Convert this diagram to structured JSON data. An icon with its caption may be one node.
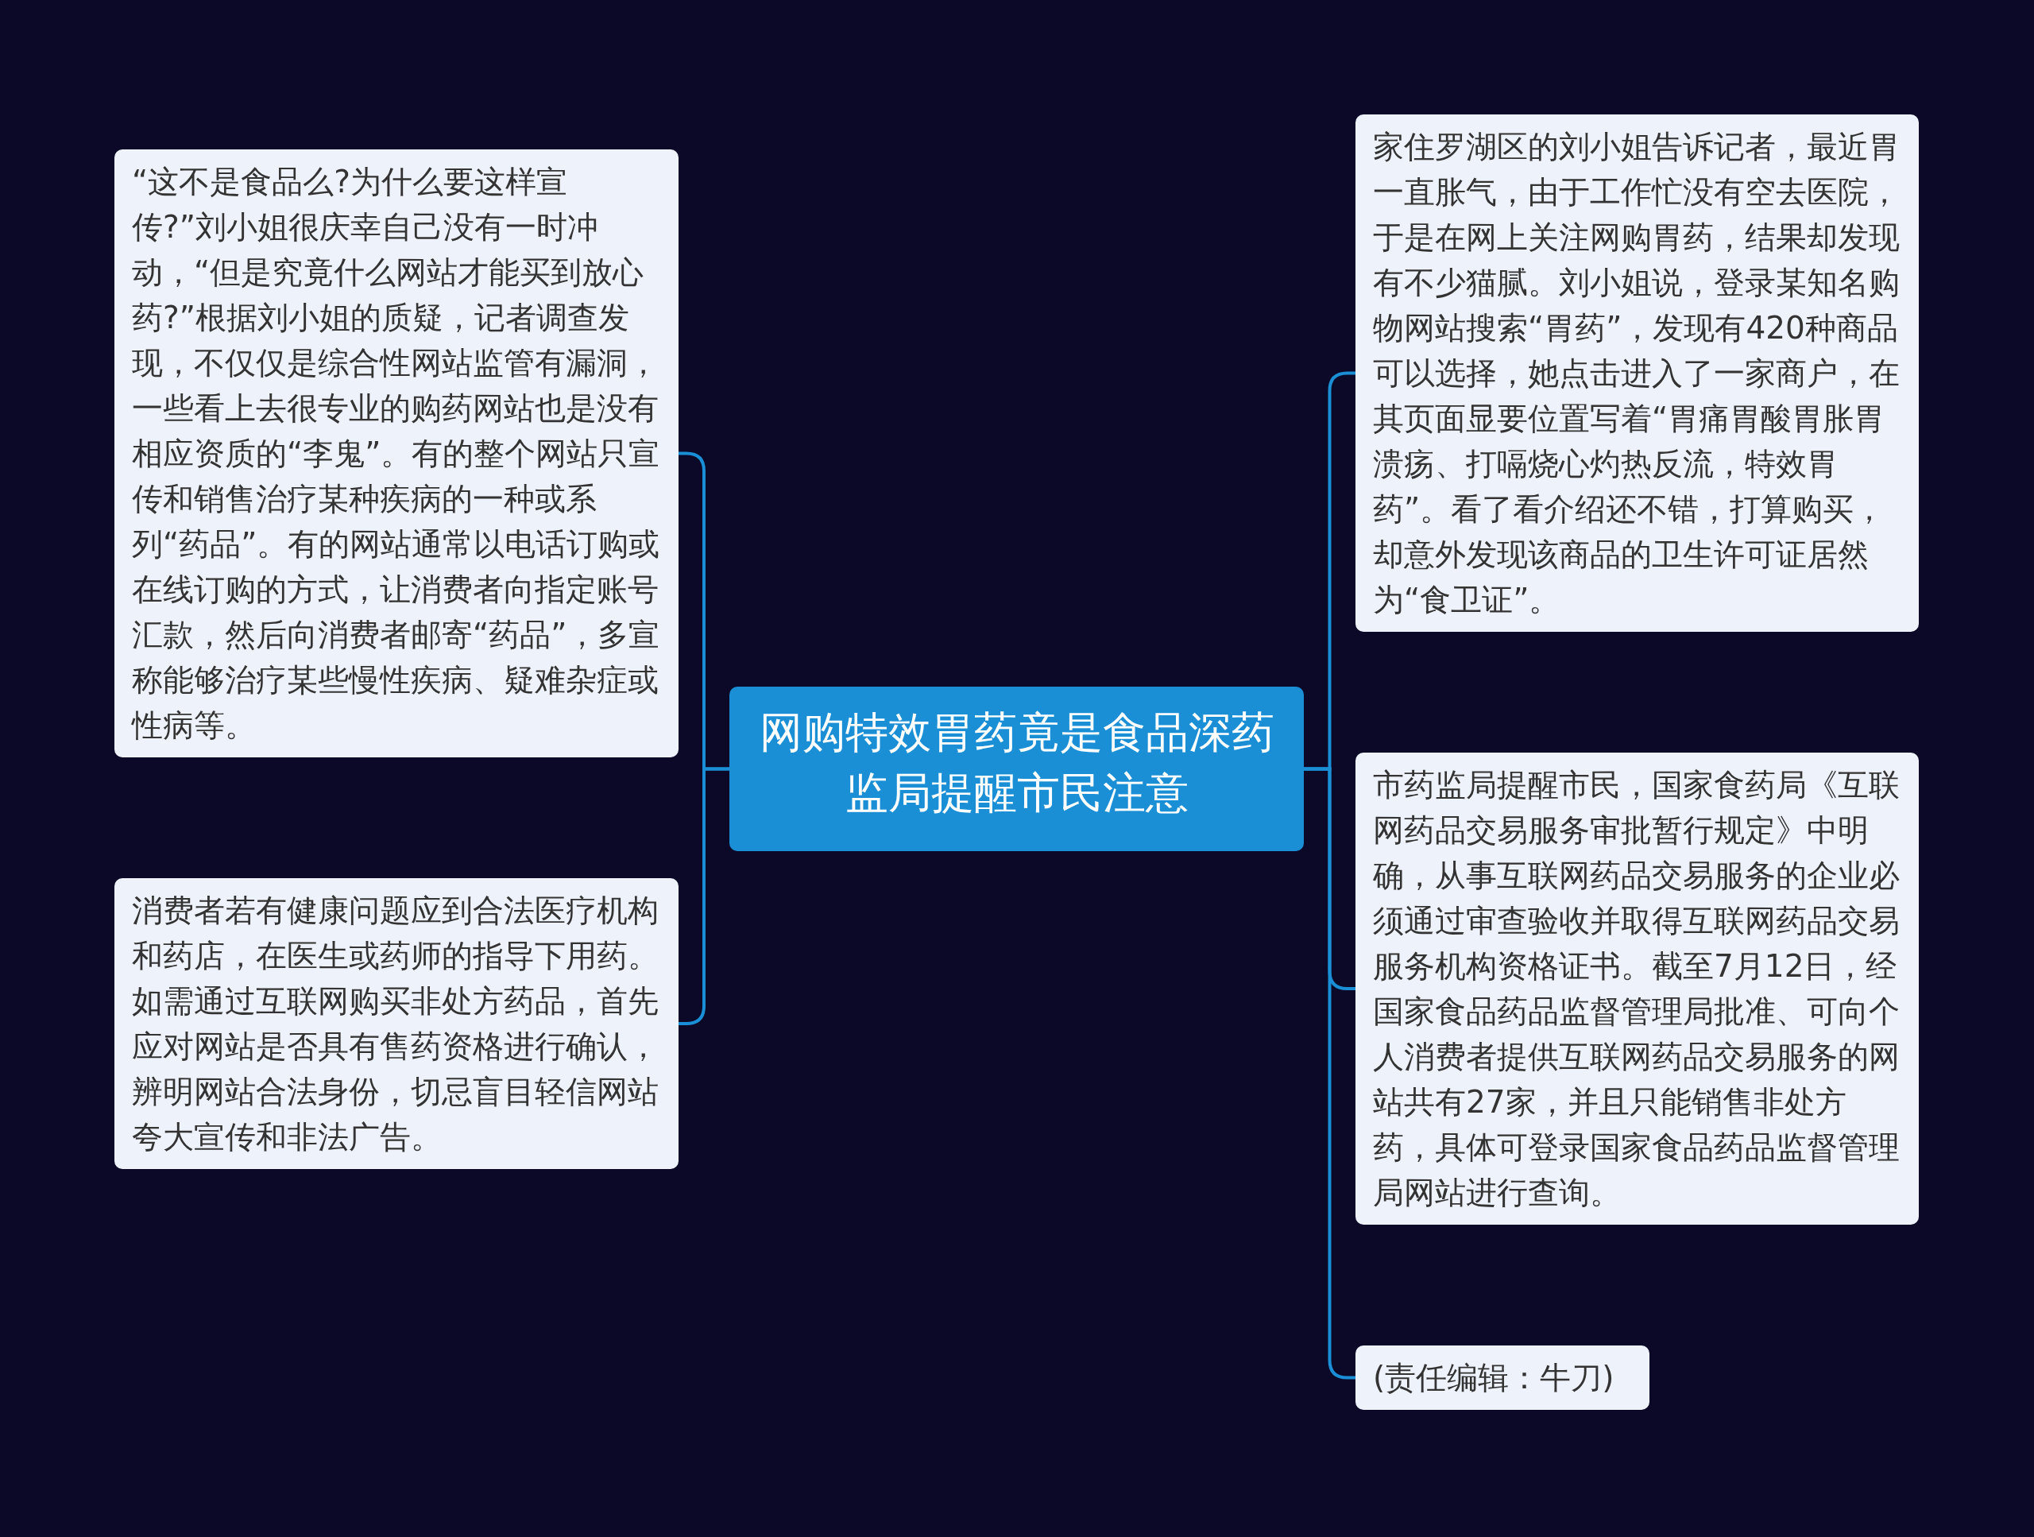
{
  "diagram": {
    "nodes": [
      {
        "text": [
          "网购特效胃药竟是食品深药监局提醒市民注意"
        ]
      },
      {
        "text": [
          "“这不是食品么?为什么要这样宣传?”刘小姐很庆幸自己没有一时冲动，“但是究竟什么网站才能买到放心药?”根据刘小姐的质疑，记者调查发现，不仅仅是综合性网站监管有漏洞，一些看上去很专业的购药网站也是没有相应资质的“李鬼”。有的整个网站只宣传和销售治疗某种疾病的一种或系列“药品”。有的网站通常以电话订购或在线订购的方式，让消费者向指定账号汇款，然后向消费者邮寄“药品”，多宣称能够治疗某些慢性疾病、疑难杂症或性病等。"
        ]
      },
      {
        "text": [
          "消费者若有健康问题应到合法医疗机构和药店，在医生或药师的指导下用药。如需通过互联网购买非处方药品，首先应对网站是否具有售药资格进行确认，辨明网站合法身份，切忌盲目轻信网站夸大宣传和非法广告。"
        ]
      },
      {
        "text": [
          "家住罗湖区的刘小姐告诉记者，最近胃一直胀气，由于工作忙没有空去医院，于是在网上关注网购胃药，结果却发现有不少猫腻。刘小姐说，登录某知名购物网站搜索“胃药”，发现有420种商品可以选择，她点击进入了一家商户，在其页面显要位置写着“胃痛胃酸胃胀胃溃疡、打嗝烧心灼热反流，特效胃药”。看了看介绍还不错，打算购买，却意外发现该商品的卫生许可证居然为“食卫证”。"
        ]
      },
      {
        "text": [
          "市药监局提醒市民，国家食药局《互联网药品交易服务审批暂行规定》中明确，从事互联网药品交易服务的企业必须通过审查验收并取得互联网药品交易服务机构资格证书。截至7月12日，经国家食品药品监督管理局批准、可向个人消费者提供互联网药品交易服务的网站共有27家，并且只能销售非处方药，具体可登录国家食品药品监督管理局网站进行查询。"
        ]
      },
      {
        "text": [
          "(责任编辑：牛刀)"
        ]
      }
    ],
    "edges": [
      {
        "from": 0,
        "to": 1,
        "arrow": "none"
      },
      {
        "from": 0,
        "to": 2,
        "arrow": "none"
      },
      {
        "from": 0,
        "to": 3,
        "arrow": "none"
      },
      {
        "from": 0,
        "to": 4,
        "arrow": "none"
      },
      {
        "from": 0,
        "to": 5,
        "arrow": "none"
      }
    ]
  }
}
